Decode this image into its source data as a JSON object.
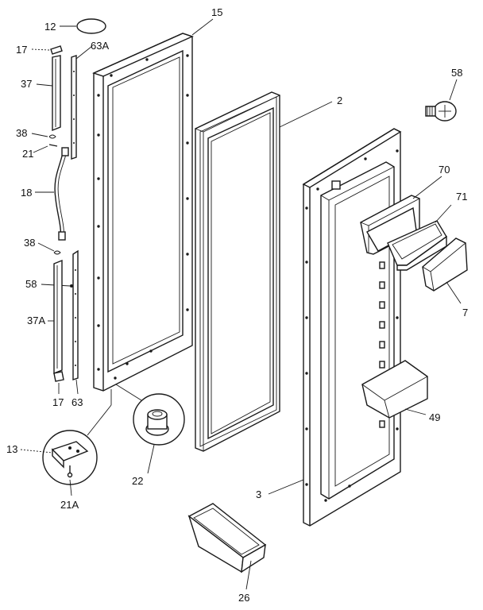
{
  "callouts": {
    "c12": "12",
    "c15": "15",
    "c17_top": "17",
    "c63A": "63A",
    "c37": "37",
    "c38_top": "38",
    "c21": "21",
    "c18": "18",
    "c38_bottom": "38",
    "c58_left": "58",
    "c37A": "37A",
    "c17_bottom": "17",
    "c63": "63",
    "c13": "13",
    "c21A": "21A",
    "c22": "22",
    "c2": "2",
    "c58_right": "58",
    "c70": "70",
    "c71": "71",
    "c7": "7",
    "c49": "49",
    "c3": "3",
    "c26": "26"
  }
}
